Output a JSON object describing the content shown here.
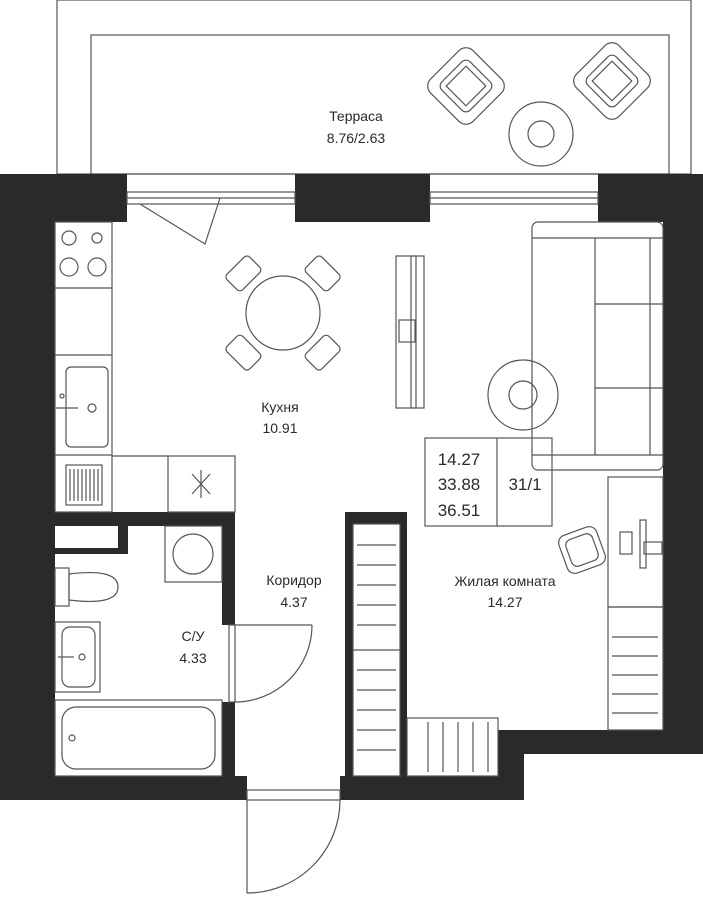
{
  "rooms": {
    "terrace": {
      "name": "Терраса",
      "area": "8.76/2.63"
    },
    "kitchen": {
      "name": "Кухня",
      "area": "10.91"
    },
    "corridor": {
      "name": "Коридор",
      "area": "4.37"
    },
    "bathroom": {
      "name": "С/У",
      "area": "4.33"
    },
    "living": {
      "name": "Жилая комната",
      "area": "14.27"
    }
  },
  "info_box": {
    "living_area": "14.27",
    "total_area": "33.88",
    "total_with_terrace": "36.51",
    "floor": "31/1"
  },
  "colors": {
    "wall": "#2a2a2a",
    "furniture_line": "#555555",
    "background": "#ffffff"
  }
}
